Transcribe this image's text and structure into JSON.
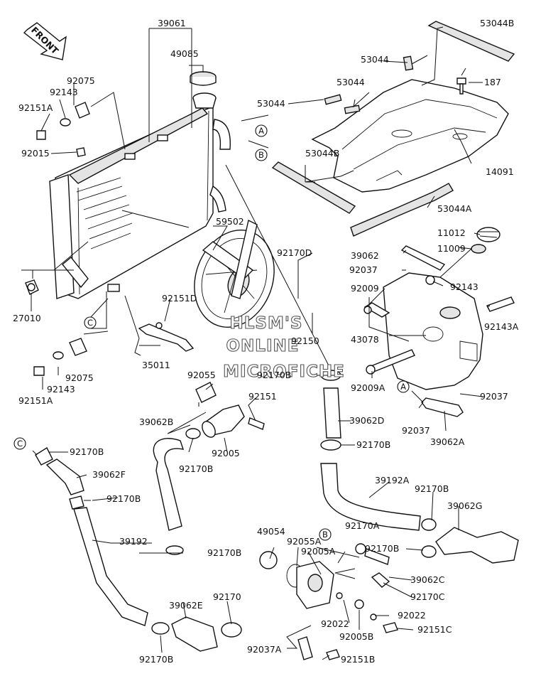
{
  "front_label": "FRONT",
  "watermark": [
    "HLSM'S",
    "ONLINE",
    "MICROFICHE"
  ],
  "callouts": [
    "A",
    "B",
    "C"
  ],
  "labels": {
    "p39061": "39061",
    "p49085": "49085",
    "p92075a": "92075",
    "p92143a": "92143",
    "p92151Aa": "92151A",
    "p92015": "92015",
    "p27010": "27010",
    "p59502": "59502",
    "p92170D": "92170D",
    "p92151D": "92151D",
    "p35011": "35011",
    "p92150": "92150",
    "p92075b": "92075",
    "p92143b": "92143",
    "p92151Ab": "92151A",
    "p92055": "92055",
    "p92170Ba": "92170B",
    "p92151": "92151",
    "p39062B": "39062B",
    "p92005": "92005",
    "p92170Bb": "92170B",
    "p53044B_top": "53044B",
    "p53044a": "53044",
    "p187": "187",
    "p53044b": "53044",
    "p53044c": "53044",
    "p53044B": "53044B",
    "p14091": "14091",
    "p53044A": "53044A",
    "p11012": "11012",
    "p39062": "39062",
    "p11009": "11009",
    "p92037a": "92037",
    "p92009": "92009",
    "p92143c": "92143",
    "p92143A": "92143A",
    "p43078": "43078",
    "p92009A": "92009A",
    "p92037b": "92037",
    "p92037c": "92037",
    "p39062A": "39062A",
    "p39062D": "39062D",
    "p92170Bc": "92170B",
    "p92170Bd": "92170B",
    "p39062F": "39062F",
    "p92170Be": "92170B",
    "p39192": "39192",
    "p39192A": "39192A",
    "p92170Bf": "92170B",
    "p39062G": "39062G",
    "p49054": "49054",
    "p92055A": "92055A",
    "p92170A": "92170A",
    "p92005A": "92005A",
    "p92170Bg": "92170B",
    "p92170Bh": "92170B",
    "p39062C": "39062C",
    "p92170C": "92170C",
    "p92022a": "92022",
    "p92022b": "92022",
    "p92005B": "92005B",
    "p92151C": "92151C",
    "p39062E": "39062E",
    "p92170": "92170",
    "p92170Bi": "92170B",
    "p92037A": "92037A",
    "p92151B": "92151B"
  }
}
